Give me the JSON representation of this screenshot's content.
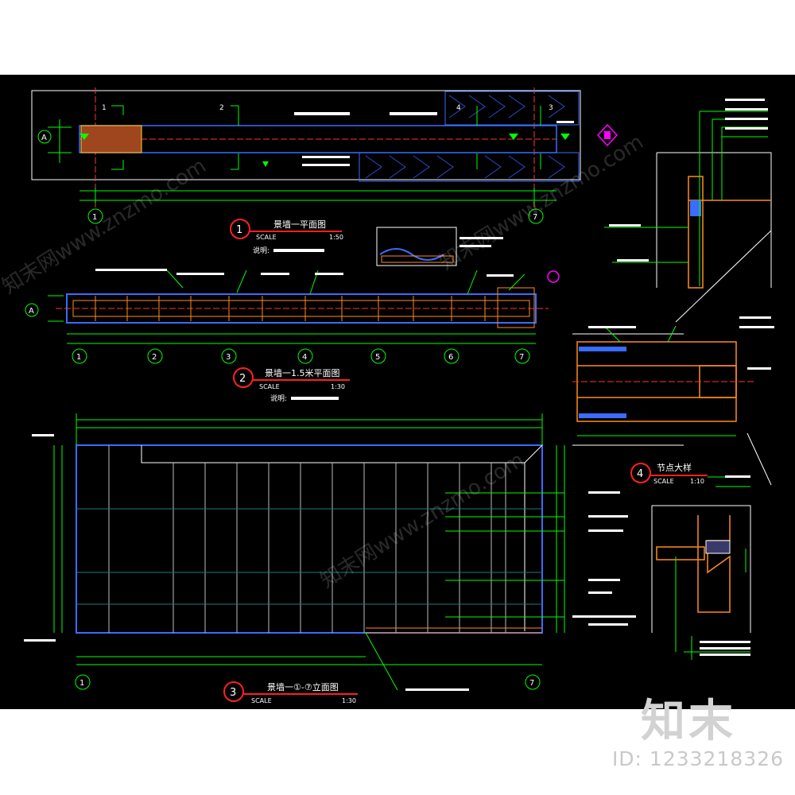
{
  "drawing": {
    "colors": {
      "background": "#000000",
      "outline": "#ffffff",
      "dimension": "#00ff00",
      "axis": "#ff3333",
      "detail": "#3a6cff",
      "section": "#ff8c1a",
      "label_bar": "#ffffff",
      "marker": "#ff2020",
      "accent": "#ff00ff"
    },
    "views": [
      {
        "number": "1",
        "title": "景墙一平面图",
        "scale_label": "SCALE",
        "scale": "1:50",
        "note_label": "说明:"
      },
      {
        "number": "2",
        "title": "景墙一1.5米平面图",
        "scale_label": "SCALE",
        "scale": "1:30",
        "note_label": "说明:"
      },
      {
        "number": "3",
        "title": "景墙一①-⑦立面图",
        "scale_label": "SCALE",
        "scale": "1:30"
      },
      {
        "number": "4",
        "title": "节点大样",
        "scale_label": "SCALE",
        "scale": "1:10"
      }
    ],
    "axis_labels": [
      "1",
      "2",
      "3",
      "4",
      "5",
      "6",
      "7"
    ],
    "row_label": "A",
    "plan1_axes": [
      "1",
      "7"
    ],
    "plan1_section_marks": [
      "1",
      "2",
      "4",
      "3"
    ],
    "elev_axes": [
      "1",
      "7"
    ]
  },
  "watermark": {
    "logo": "知末",
    "id_text": "ID: 1233218326",
    "diagonal_text": "知末网www.znzmo.com"
  }
}
